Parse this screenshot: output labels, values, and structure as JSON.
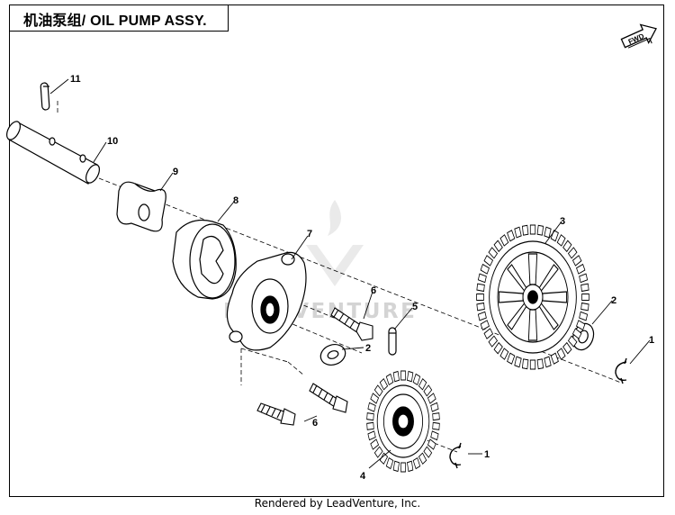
{
  "title": "机油泵组/ OIL PUMP ASSY.",
  "direction_marker": {
    "label": "FWD",
    "icon": "fwd-arrow-icon"
  },
  "watermark": {
    "label": "LEADVENTURE",
    "icon": "flame-v-logo-icon"
  },
  "callouts": {
    "c11": "11",
    "c10": "10",
    "c9": "9",
    "c8": "8",
    "c7": "7",
    "c6a": "6",
    "c6b": "6",
    "c5": "5",
    "c2a": "2",
    "c2b": "2",
    "c3": "3",
    "c1a": "1",
    "c1b": "1",
    "c4": "4"
  },
  "footer": "Rendered by LeadVenture, Inc."
}
